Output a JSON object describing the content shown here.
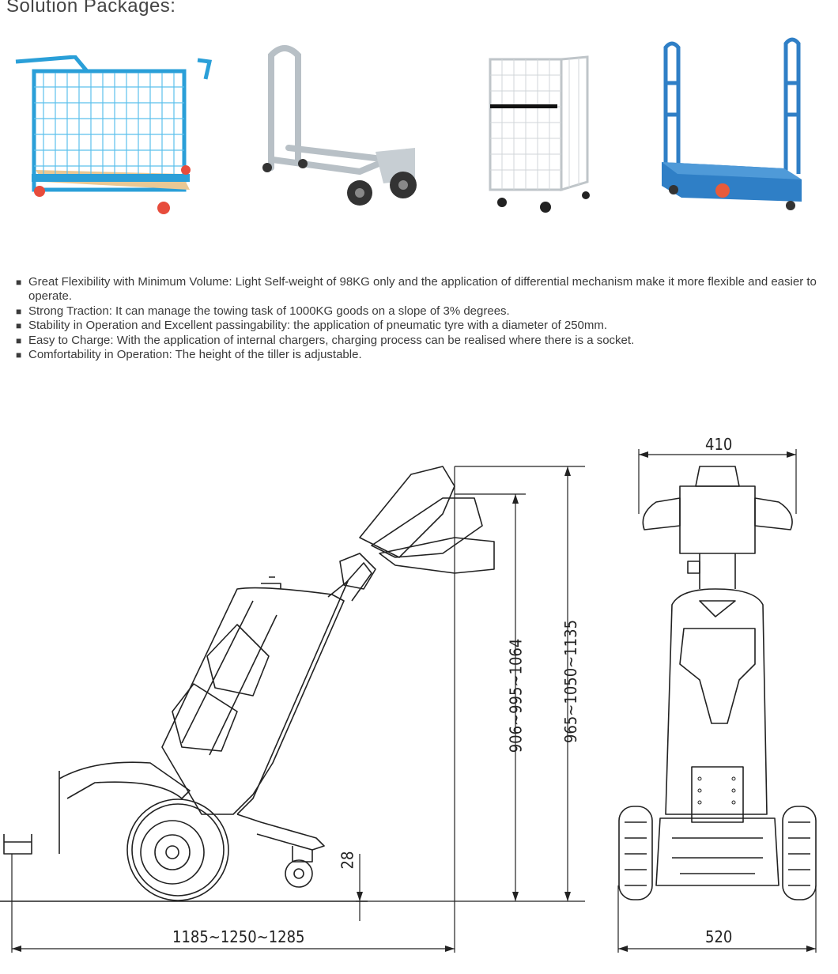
{
  "header": {
    "title": "Solution Packages:"
  },
  "products": [
    {
      "name": "mesh-cage-trolley-image",
      "color": "#2a9fd8"
    },
    {
      "name": "hand-truck-image",
      "color": "#b8c0c6"
    },
    {
      "name": "roll-cage-container-image",
      "color": "#c9ced2"
    },
    {
      "name": "stock-picking-trolley-image",
      "color": "#2f7fc6"
    }
  ],
  "features": [
    "Great Flexibility with Minimum Volume:  Light Self-weight of 98KG only and the application of differential mechanism make it more flexible and easier to operate.",
    "Strong Traction: It can manage the towing task of  1000KG goods on a slope of 3% degrees.",
    "Stability in Operation and Excellent passingability: the application of  pneumatic tyre  with a diameter of 250mm.",
    "Easy to Charge: With the application of internal chargers, charging process can be realised where there is a socket.",
    "Comfortability in Operation: The height of the tiller is adjustable."
  ],
  "dimensions": {
    "length": "1185~1250~1285",
    "handle_height_inner": "906~995~1064",
    "handle_height_outer": "965~1050~1135",
    "ground_clearance": "28",
    "top_width": "410",
    "bottom_width": "520"
  }
}
